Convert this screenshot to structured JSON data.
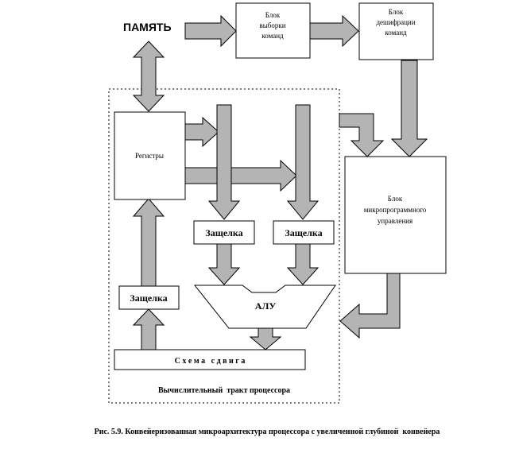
{
  "memory_label": "ПАМЯТЬ",
  "fetch_unit": [
    "Блок",
    "выборки",
    "команд"
  ],
  "decode_unit": [
    "Блок",
    "дешифрации",
    "команд"
  ],
  "registers_label": "Регистры",
  "microprogram_unit": [
    "Блок",
    "микропрограммного",
    "управления"
  ],
  "latch_a": "Защелка",
  "latch_b": "Защелка",
  "latch_c": "Защелка",
  "alu_label": "АЛУ",
  "shifter_label": "С х е м а   с д в и г а",
  "datapath_label": "Вычислительный  тракт процессора",
  "caption": "Рис. 5.9. Конвейеризованная микроархитектура процессора с увеличенной глубиной  конвейера"
}
